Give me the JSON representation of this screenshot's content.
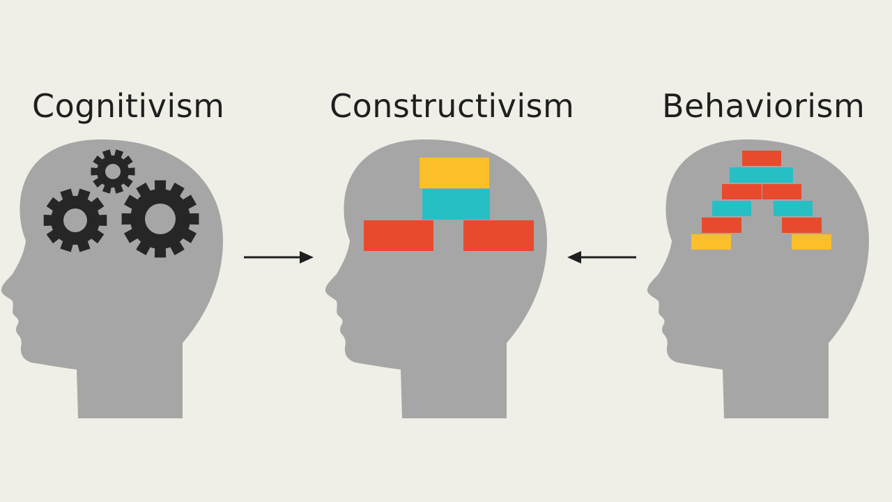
{
  "panels": [
    {
      "title": "Cognitivism",
      "icon": "gears-icon"
    },
    {
      "title": "Constructivism",
      "icon": "building-blocks-icon"
    },
    {
      "title": "Behaviorism",
      "icon": "block-pyramid-icon"
    }
  ],
  "arrows": [
    {
      "from": "Cognitivism",
      "to": "Constructivism"
    },
    {
      "from": "Behaviorism",
      "to": "Constructivism"
    }
  ],
  "colors": {
    "background": "#f0efe7",
    "head": "#a6a6a6",
    "gear": "#262626",
    "text": "#1f1f1f",
    "red": "#e84a2e",
    "teal": "#26bfc4",
    "yellow": "#fbbf2a"
  }
}
